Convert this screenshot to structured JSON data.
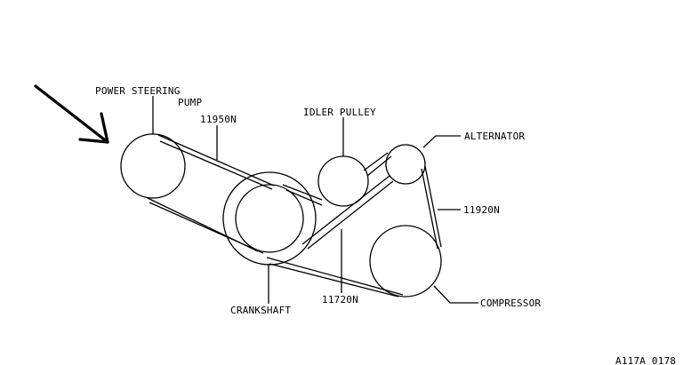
{
  "labels": {
    "power_steering_line1": "POWER STEERING",
    "power_steering_line2": "PUMP",
    "belt_power_steering": "11950N",
    "idler_pulley": "IDLER PULLEY",
    "alternator": "ALTERNATOR",
    "belt_alternator": "11920N",
    "crankshaft": "CRANKSHAFT",
    "belt_crankshaft": "11720N",
    "compressor": "COMPRESSOR",
    "figure_code": "A117A 0178"
  }
}
